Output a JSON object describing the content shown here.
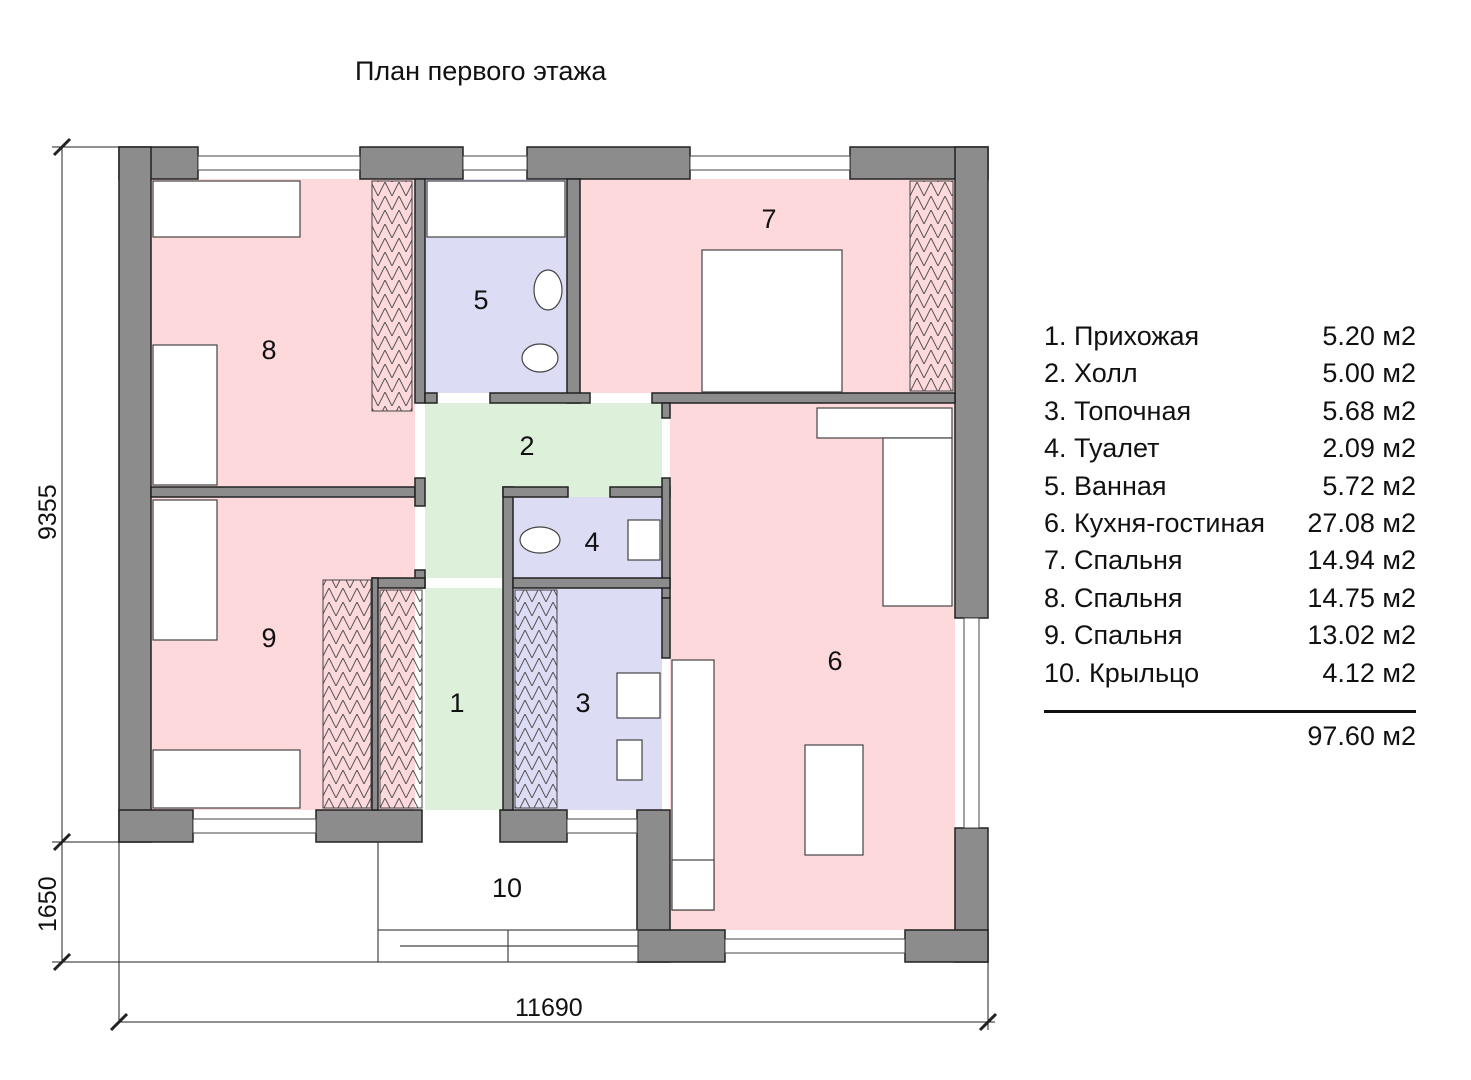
{
  "title": "План первого этажа",
  "colors": {
    "bedroom": "#fdd9dc",
    "wet": "#dcdcf5",
    "hall": "#ddf0d9",
    "wall": "#8c8c8c"
  },
  "dimensions": {
    "height_main": "9355",
    "height_porch": "1650",
    "width": "11690"
  },
  "rooms": [
    {
      "no": "1",
      "name": "Прихожая",
      "area": "5.20 м2"
    },
    {
      "no": "2",
      "name": "Холл",
      "area": "5.00 м2"
    },
    {
      "no": "3",
      "name": "Топочная",
      "area": "5.68 м2"
    },
    {
      "no": "4",
      "name": "Туалет",
      "area": "2.09 м2"
    },
    {
      "no": "5",
      "name": "Ванная",
      "area": "5.72 м2"
    },
    {
      "no": "6",
      "name": "Кухня-гостиная",
      "area": "27.08 м2"
    },
    {
      "no": "7",
      "name": "Спальня",
      "area": "14.94 м2"
    },
    {
      "no": "8",
      "name": "Спальня",
      "area": "14.75 м2"
    },
    {
      "no": "9",
      "name": "Спальня",
      "area": "13.02 м2"
    },
    {
      "no": "10",
      "name": "Крыльцо",
      "area": "4.12 м2"
    }
  ],
  "legend_labels": [
    "1. Прихожая",
    "2. Холл",
    "3. Топочная",
    "4. Туалет",
    "5. Ванная",
    "6. Кухня-гостиная",
    "7. Спальня",
    "8. Спальня",
    "9. Спальня",
    "10. Крыльцо"
  ],
  "total_area": "97.60 м2"
}
